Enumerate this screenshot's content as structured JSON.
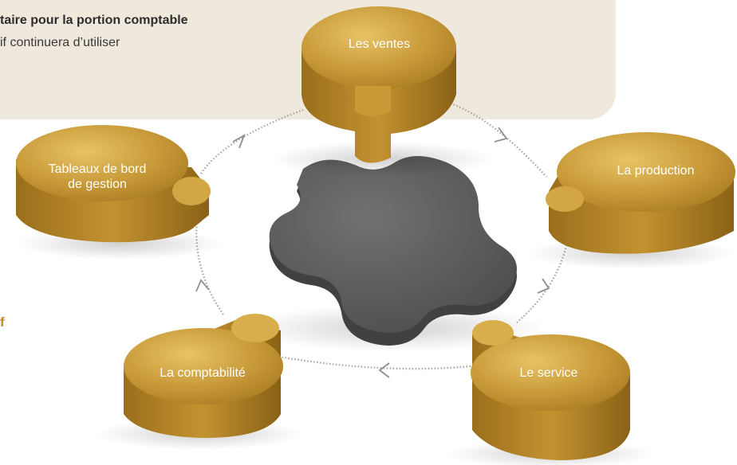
{
  "panel": {
    "heading": "taire pour la portion comptable",
    "subtext": "if continuera d’utiliser"
  },
  "side_letter": "f",
  "colors": {
    "panel_bg": "#efe8dc",
    "node_gold": "#c79a35",
    "hub_gray": "#56585a",
    "accent": "#c98a1c",
    "arrow": "#9a9a9a"
  },
  "cycle": {
    "nodes": [
      {
        "id": "ventes",
        "label": "Les ventes"
      },
      {
        "id": "production",
        "label": "La production"
      },
      {
        "id": "service",
        "label": "Le service"
      },
      {
        "id": "comptabilite",
        "label": "La comptabilité"
      },
      {
        "id": "tableaux",
        "label_line1": "Tableaux de bord",
        "label_line2": "de gestion"
      }
    ]
  }
}
